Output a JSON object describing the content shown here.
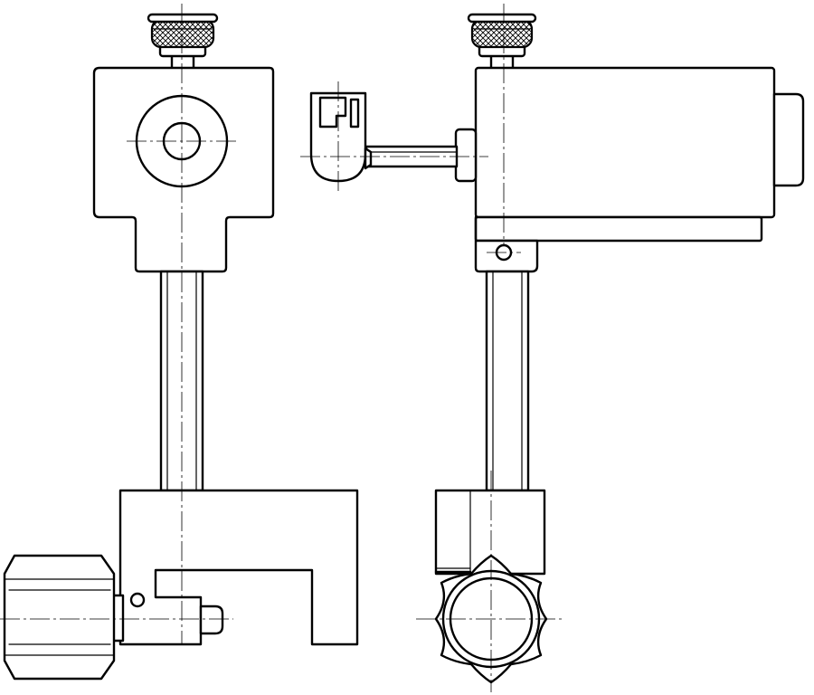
{
  "drawing": {
    "kind": "technical drawing",
    "views": [
      "front-view",
      "side-view"
    ],
    "line_color": "#000000",
    "background": "#ffffff"
  }
}
